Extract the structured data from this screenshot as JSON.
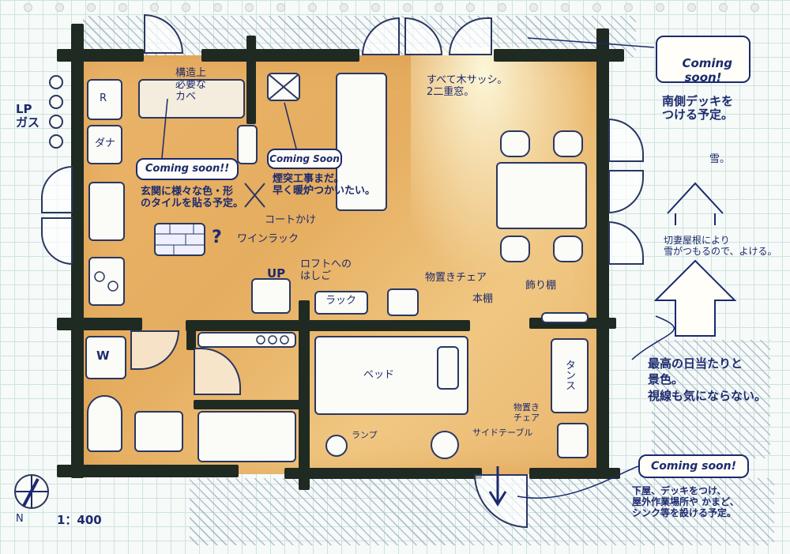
{
  "labels": {
    "r": "R",
    "dana": "ダナ",
    "lp_gas": "LP\nガス",
    "structural_wall": "構造上\n必要な\nカベ",
    "coming_soon_entrance": "Coming soon!!",
    "entrance_tile_note": "玄関に様々な色・形\nのタイルを貼る予定。",
    "question_mark": "?",
    "coming_soon_chimney": "Coming Soon",
    "chimney_note": "煙突工事まだ。\n早く暖炉つかいたい。",
    "coat_hook": "コートかけ",
    "wine_rack": "ワインラック",
    "all_sashes": "すべて木サッシ。\n2二重窓。",
    "coming_soon_top": "Coming\nsoon!",
    "south_deck": "南側デッキを\nつける予定。",
    "snow": "雪。",
    "gable_roof_note": "切妻屋根により\n雪がつもるので、よける。",
    "best_sun": "最高の日当たりと\n景色。\n視線も気にならない。",
    "up": "UP",
    "loft_ladder": "ロフトへの\nはしご",
    "storage_chair_top": "物置きチェア",
    "rack": "ラック",
    "bookshelf": "本棚",
    "decor_shelf": "飾り棚",
    "w": "W",
    "bed": "ベッド",
    "tansu": "タンス",
    "storage_chair_bottom": "物置き\nチェア",
    "lamp": "ランプ",
    "side_table": "サイドテーブル",
    "coming_soon_bottom": "Coming soon!",
    "lower_deck_note": "下屋、デッキをつけ、\n屋外作業場所や かまど、\nシンク等を設ける予定。",
    "north": "N",
    "scale": "1：400"
  },
  "colors": {
    "floor": "#e8b066",
    "wall": "#1f2a22",
    "ink": "#1c2a6e",
    "paper_grid": "#cfe3de"
  }
}
